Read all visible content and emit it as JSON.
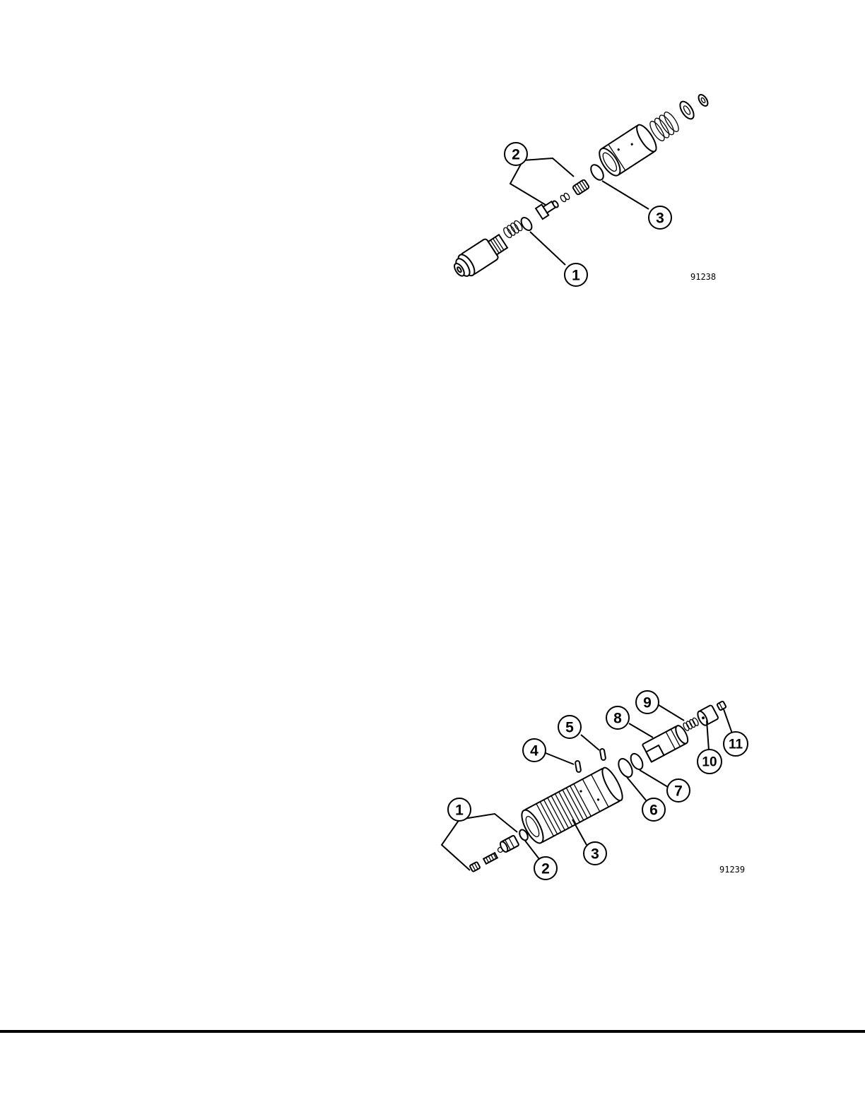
{
  "figure_top": {
    "id_label": "91238",
    "callouts": [
      "1",
      "2",
      "3"
    ]
  },
  "figure_bottom": {
    "id_label": "91239",
    "callouts": [
      "1",
      "2",
      "3",
      "4",
      "5",
      "6",
      "7",
      "8",
      "9",
      "10",
      "11"
    ]
  }
}
